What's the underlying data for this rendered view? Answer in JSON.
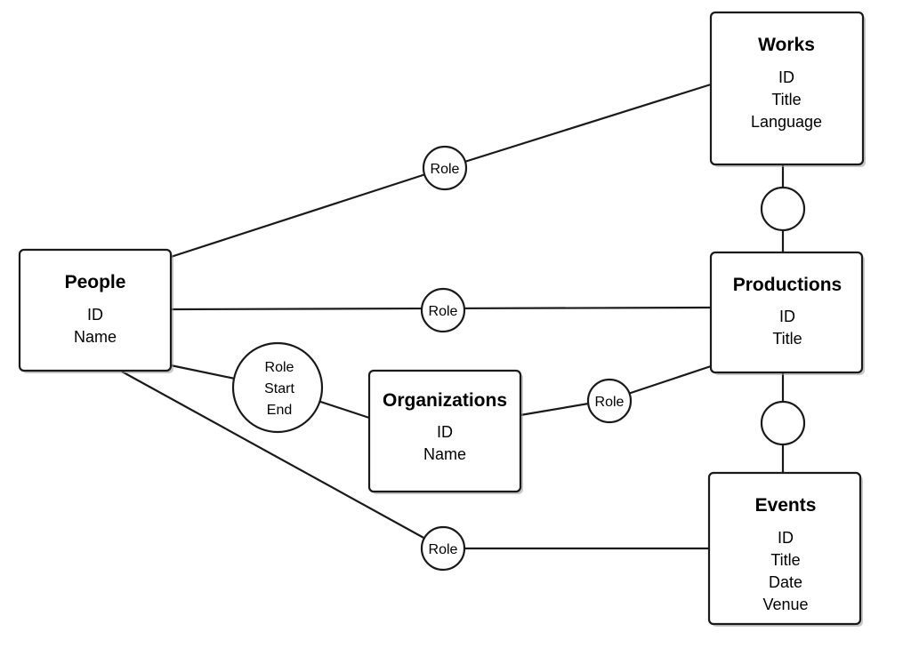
{
  "entities": {
    "works": {
      "title": "Works",
      "attributes": [
        "ID",
        "Title",
        "Language"
      ]
    },
    "people": {
      "title": "People",
      "attributes": [
        "ID",
        "Name"
      ]
    },
    "productions": {
      "title": "Productions",
      "attributes": [
        "ID",
        "Title"
      ]
    },
    "organizations": {
      "title": "Organizations",
      "attributes": [
        "ID",
        "Name"
      ]
    },
    "events": {
      "title": "Events",
      "attributes": [
        "ID",
        "Title",
        "Date",
        "Venue"
      ]
    }
  },
  "relationships": {
    "people_works": {
      "lines": [
        "Role"
      ]
    },
    "people_productions": {
      "lines": [
        "Role"
      ]
    },
    "people_organizations": {
      "lines": [
        "Role",
        "Start",
        "End"
      ]
    },
    "organizations_productions": {
      "lines": [
        "Role"
      ]
    },
    "people_events": {
      "lines": [
        "Role"
      ]
    },
    "works_productions": {
      "lines": []
    },
    "productions_events": {
      "lines": []
    }
  }
}
